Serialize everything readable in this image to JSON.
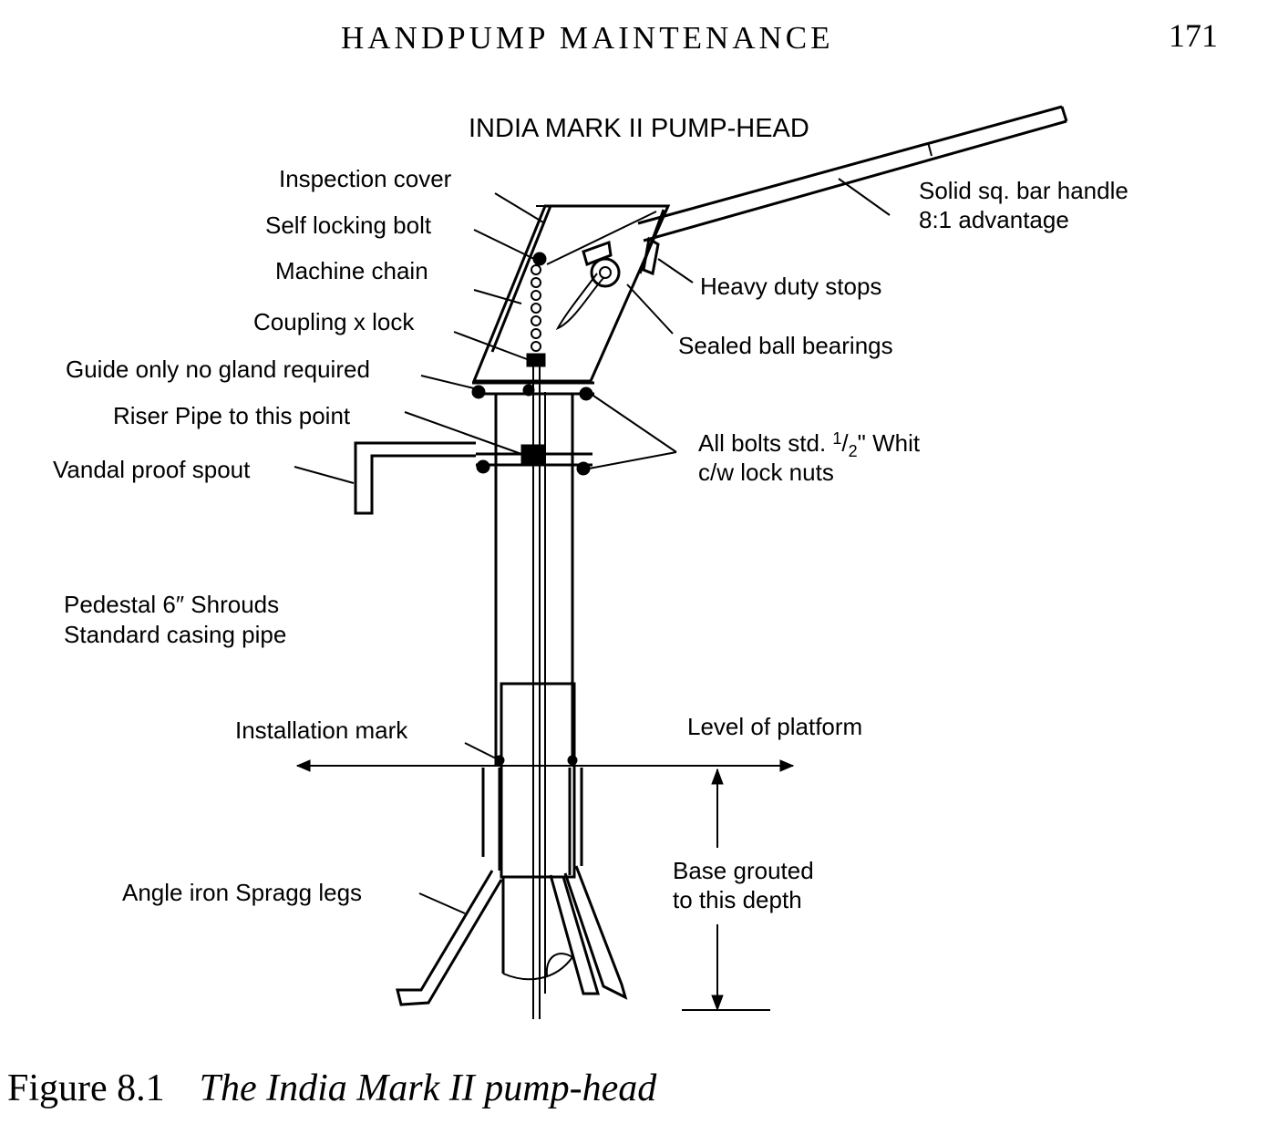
{
  "page": {
    "running_head": "HANDPUMP MAINTENANCE",
    "page_number": "171"
  },
  "diagram": {
    "title": "INDIA MARK II PUMP-HEAD",
    "labels": {
      "inspection_cover": "Inspection cover",
      "self_locking_bolt": "Self locking bolt",
      "machine_chain": "Machine chain",
      "coupling_lock": "Coupling x lock",
      "guide": "Guide only no gland required",
      "riser_pipe": "Riser Pipe to this point",
      "spout": "Vandal proof spout",
      "pedestal_line1": "Pedestal 6″ Shrouds",
      "pedestal_line2": "Standard casing pipe",
      "installation_mark": "Installation mark",
      "level_platform": "Level of platform",
      "spragg_legs": "Angle iron Spragg legs",
      "base_grouted_line1": "Base grouted",
      "base_grouted_line2": "to this depth",
      "handle_line1": "Solid sq. bar handle",
      "handle_line2": "8:1 advantage",
      "stops": "Heavy duty stops",
      "bearings": "Sealed ball bearings",
      "bolts_prefix": "All bolts std. ",
      "bolts_num": "1",
      "bolts_den": "2",
      "bolts_suffix": "\" Whit",
      "bolts_line2": "c/w lock nuts"
    }
  },
  "caption": {
    "number": "Figure 8.1",
    "text": "The India Mark II pump-head"
  }
}
